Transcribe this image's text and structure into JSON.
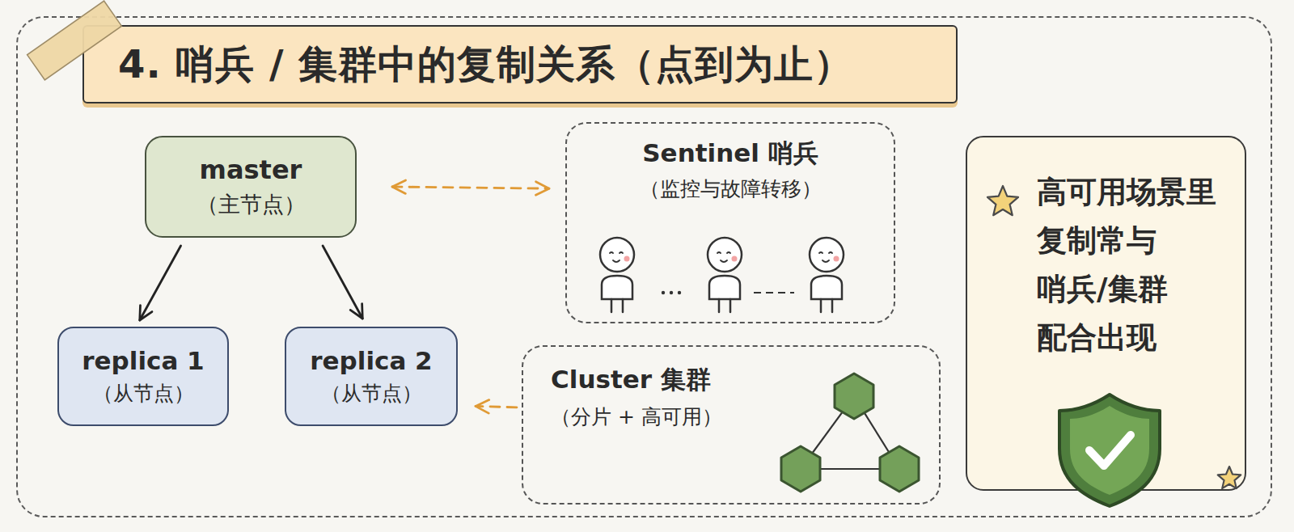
{
  "diagram": {
    "title": "4. 哨兵 / 集群中的复制关系（点到为止）",
    "nodes": [
      {
        "text": [
          "master",
          "（主节点）"
        ]
      },
      {
        "text": [
          "replica 1",
          "（从节点）"
        ]
      },
      {
        "text": [
          "replica 2",
          "（从节点）"
        ]
      },
      {
        "text": [
          "Sentinel 哨兵",
          "（监控与故障转移）"
        ]
      },
      {
        "text": [
          "Cluster 集群",
          "（分片 + 高可用）"
        ]
      },
      {
        "text": [
          "高可用场景里 复制常与 哨兵/集群 配合出现"
        ]
      }
    ],
    "edges": [
      {
        "from": 0,
        "to": 1,
        "arrow": "to"
      },
      {
        "from": 0,
        "to": 2,
        "arrow": "to"
      },
      {
        "from": 0,
        "to": 3,
        "arrow": "both"
      },
      {
        "from": 4,
        "to": 2,
        "arrow": "to"
      }
    ]
  }
}
